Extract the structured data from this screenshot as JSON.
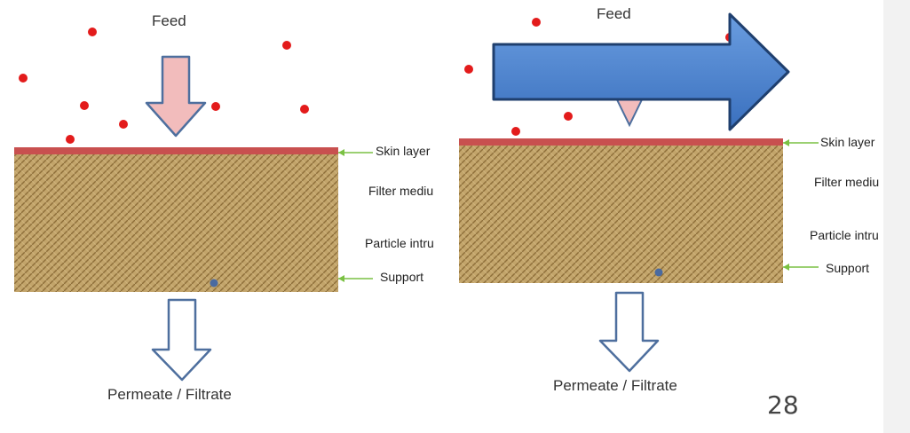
{
  "left_panel": {
    "feed_label": "Feed",
    "permeate_label": "Permeate / Filtrate",
    "labels": [
      "Skin layer",
      "Filter mediu",
      "Particle intru",
      "Support"
    ]
  },
  "right_panel": {
    "feed_label": "Feed",
    "permeate_label": "Permeate / Filtrate",
    "labels": [
      "Skin layer",
      "Filter mediu",
      "Particle intru",
      "Support"
    ]
  },
  "page_number": "28",
  "colors": {
    "particle": "#e31b1b",
    "skin_layer": "#c8504f",
    "feed_arrow_fill": "#f2bcbc",
    "crossflow_arrow_fill": "#4a86d0",
    "filter_medium": "#b89a5e",
    "pointer_line": "#7ac143",
    "intruded_particle": "#4a6aa0"
  }
}
